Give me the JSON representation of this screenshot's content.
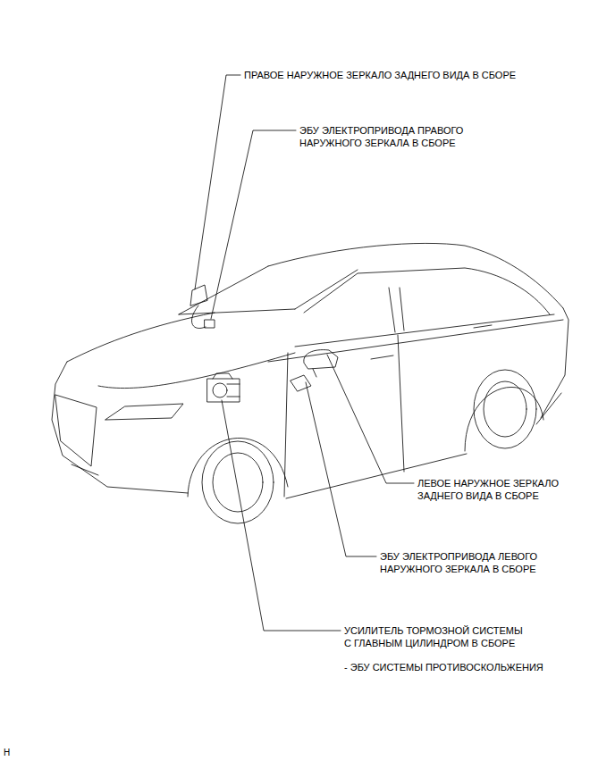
{
  "diagram": {
    "labels": [
      "ПРАВОЕ НАРУЖНОЕ ЗЕРКАЛО ЗАДНЕГО ВИДА В СБОРЕ",
      "ЭБУ ЭЛЕКТРОПРИВОДА ПРАВОГО НАРУЖНОГО ЗЕРКАЛА В СБОРЕ",
      "ЛЕВОЕ НАРУЖНОЕ ЗЕРКАЛО ЗАДНЕГО ВИДА В СБОРЕ",
      "ЭБУ ЭЛЕКТРОПРИВОДА ЛЕВОГО НАРУЖНОГО ЗЕРКАЛА В СБОРЕ",
      "УСИЛИТЕЛЬ ТОРМОЗНОЙ СИСТЕМЫ С ГЛАВНЫМ ЦИЛИНДРОМ В СБОРЕ",
      "- ЭБУ СИСТЕМЫ ПРОТИВОСКОЛЬЖЕНИЯ",
      "H"
    ]
  }
}
